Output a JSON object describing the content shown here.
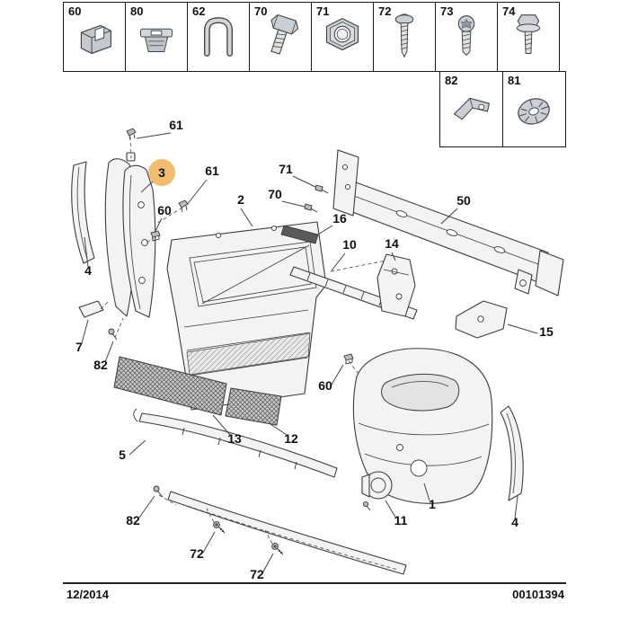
{
  "footer": {
    "date": "12/2014",
    "doc_number": "00101394"
  },
  "legend": {
    "row1": [
      {
        "label": "60",
        "part": "sheet-metal-clip"
      },
      {
        "label": "80",
        "part": "expanding-nut"
      },
      {
        "label": "62",
        "part": "u-rod-clip"
      },
      {
        "label": "70",
        "part": "hex-bolt"
      },
      {
        "label": "71",
        "part": "hex-nut"
      },
      {
        "label": "72",
        "part": "self-tapping-screw"
      },
      {
        "label": "73",
        "part": "torx-screw"
      },
      {
        "label": "74",
        "part": "flange-bolt"
      }
    ],
    "row2": [
      {
        "label": "82",
        "part": "spring-clip"
      },
      {
        "label": "81",
        "part": "star-lock-washer"
      }
    ]
  },
  "diagram": {
    "highlighted_part": "3",
    "highlight_color": "#EFAC4E",
    "callouts": [
      {
        "label": "61"
      },
      {
        "label": "3"
      },
      {
        "label": "61"
      },
      {
        "label": "60"
      },
      {
        "label": "2"
      },
      {
        "label": "71"
      },
      {
        "label": "70"
      },
      {
        "label": "16"
      },
      {
        "label": "10"
      },
      {
        "label": "14"
      },
      {
        "label": "50"
      },
      {
        "label": "4"
      },
      {
        "label": "7"
      },
      {
        "label": "82"
      },
      {
        "label": "15"
      },
      {
        "label": "60"
      },
      {
        "label": "13"
      },
      {
        "label": "12"
      },
      {
        "label": "5"
      },
      {
        "label": "1"
      },
      {
        "label": "11"
      },
      {
        "label": "4"
      },
      {
        "label": "82"
      },
      {
        "label": "72"
      },
      {
        "label": "72"
      }
    ]
  }
}
